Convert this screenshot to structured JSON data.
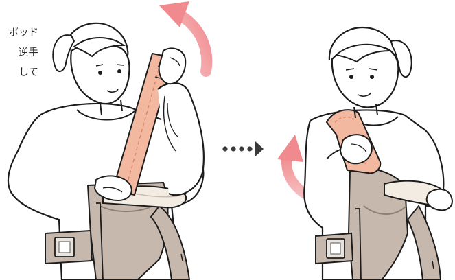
{
  "caption_lines": [
    "ポッド",
    "逆手",
    "して"
  ],
  "colors": {
    "ink": "#1c1c1c",
    "skin": "#ffffff",
    "strap": "#f2b8a0",
    "strap_dark": "#d9846a",
    "carrier_body": "#c7b8ad",
    "carrier_dark": "#8f7f73",
    "cushion": "#f3ece2",
    "buckle": "#6e6e6e",
    "arrow": "#f08a8e",
    "arrow_light": "#f8c4c6",
    "dots": "#3a3a3a"
  },
  "icons": {
    "rotate_arrow_left": "curved-arrow-up-right",
    "rotate_arrow_right": "curved-arrow-up-left",
    "next_step": "dots-and-triangle"
  }
}
